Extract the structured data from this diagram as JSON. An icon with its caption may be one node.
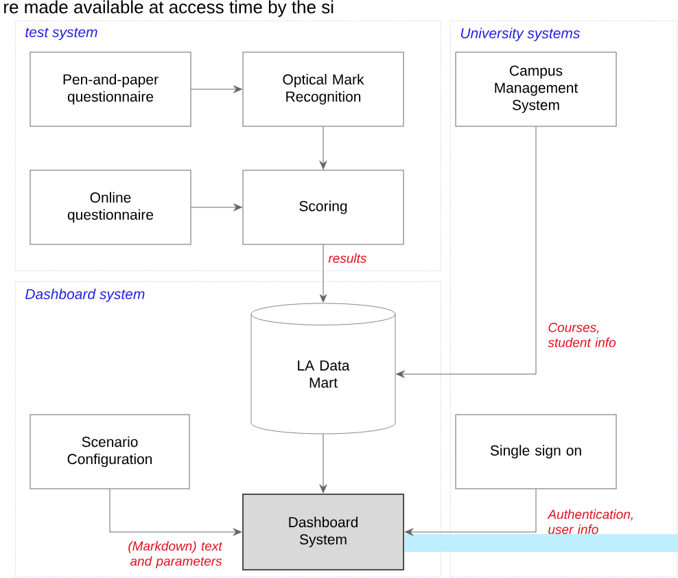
{
  "diagram": {
    "nodes": [
      {
        "text": [
          "test system"
        ]
      },
      {
        "text": [
          "Pen-and-paper questionnaire"
        ],
        "in": 0
      },
      {
        "text": [
          "Optical Mark Recognition"
        ],
        "in": 0
      },
      {
        "text": [
          "Online questionnaire"
        ],
        "in": 0
      },
      {
        "text": [
          "Scoring"
        ],
        "in": 0
      },
      {
        "text": [
          "University systems"
        ]
      },
      {
        "text": [
          "Campus Management System"
        ],
        "in": 5
      },
      {
        "text": [
          "Dashboard system"
        ]
      },
      {
        "text": [
          "LA Data Mart"
        ],
        "in": 7
      },
      {
        "text": [
          "Scenario Configuration"
        ],
        "in": 7
      },
      {
        "text": [
          "Dashboard System"
        ],
        "in": 7
      },
      {
        "text": [
          "Single sign on"
        ],
        "in": 5
      }
    ],
    "edges": [
      {
        "from": 1,
        "to": 2,
        "arrow": "to"
      },
      {
        "from": 2,
        "to": 4,
        "arrow": "to"
      },
      {
        "from": 3,
        "to": 4,
        "arrow": "to"
      },
      {
        "from": 4,
        "to": 8,
        "arrow": "to",
        "label": "results"
      },
      {
        "from": 6,
        "to": 8,
        "arrow": "to",
        "label": "Courses, student info"
      },
      {
        "from": 8,
        "to": 10,
        "arrow": "to"
      },
      {
        "from": 9,
        "to": 10,
        "arrow": "to",
        "label": "(Markdown) text and parameters"
      },
      {
        "from": 11,
        "to": 10,
        "arrow": "to",
        "label": "Authentication, user info"
      }
    ],
    "labels": [
      "re made available at access time by the si"
    ]
  }
}
